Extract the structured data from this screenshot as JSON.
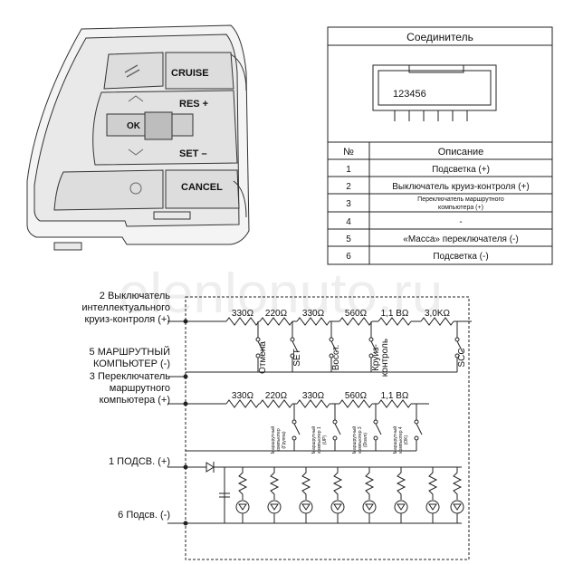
{
  "connector": {
    "title": "Соединитель",
    "pins_label": "123456"
  },
  "pin_table": {
    "header_no": "№",
    "header_desc": "Описание",
    "rows": [
      {
        "no": "1",
        "desc": "Подсветка (+)"
      },
      {
        "no": "2",
        "desc": "Выключатель круиз-контроля (+)"
      },
      {
        "no": "3",
        "desc_line1": "Переключатель маршрутного",
        "desc_line2": "компьютера (+)"
      },
      {
        "no": "4",
        "desc": "-"
      },
      {
        "no": "5",
        "desc": "«Масса» переключателя (-)"
      },
      {
        "no": "6",
        "desc": "Подсветка (-)"
      }
    ]
  },
  "switch_labels": {
    "cruise": "CRUISE",
    "res": "RES +",
    "ok": "OK",
    "set": "SET –",
    "cancel": "CANCEL"
  },
  "watermark": "elenlonuto.ru",
  "circuit": {
    "left_labels": {
      "l2_a": "2 Выключатель",
      "l2_b": "интеллектуального",
      "l2_c": "круиз-контроля (+)",
      "l5_a": "5 МАРШРУТНЫЙ",
      "l5_b": "КОМПЬЮТЕР (-)",
      "l3_a": "3 Переключатель",
      "l3_b": "маршрутного",
      "l3_c": "компьютера (+)",
      "l1": "1 ПОДСВ. (+)",
      "l6": "6 Подсв. (-)"
    },
    "row1_resistors": [
      "330Ω",
      "220Ω",
      "330Ω",
      "560Ω",
      "1,1 ВΩ",
      "3,0KΩ"
    ],
    "row1_switches": [
      "Отмена",
      "SET",
      "Восст.",
      "Круиз-\nконтроль",
      "SCC"
    ],
    "row2_resistors": [
      "330Ω",
      "220Ω",
      "330Ω",
      "560Ω",
      "1,1 ВΩ"
    ],
    "row2_switches": [
      {
        "a": "Маршрутный",
        "b": "компьютер",
        "c": "(Группа)"
      },
      {
        "a": "Маршрутный",
        "b": "компьютер 1",
        "c": "(UP)"
      },
      {
        "a": "Маршрутный",
        "b": "компьютер 3",
        "c": "(Down)"
      },
      {
        "a": "Маршрутный",
        "b": "компьютер 4",
        "c": "(OK)"
      }
    ]
  }
}
